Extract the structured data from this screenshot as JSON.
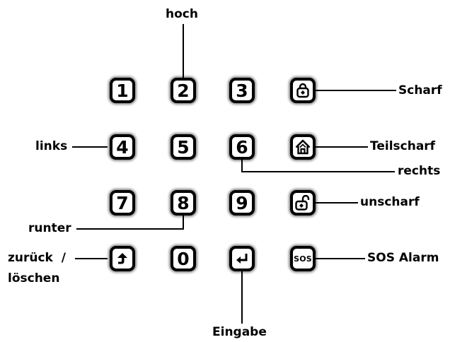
{
  "keys": {
    "k1": "1",
    "k2": "2",
    "k3": "3",
    "k4": "4",
    "k5": "5",
    "k6": "6",
    "k7": "7",
    "k8": "8",
    "k9": "9",
    "k0": "0",
    "sos": "SOS"
  },
  "icons": {
    "arm": "padlock-closed-icon",
    "part_arm": "house-icon",
    "disarm": "padlock-open-icon",
    "back": "arrow-up-icon",
    "enter": "enter-return-icon"
  },
  "labels": {
    "hoch": "hoch",
    "scharf": "Scharf",
    "links": "links",
    "teilscharf": "Teilscharf",
    "rechts": "rechts",
    "unscharf": "unscharf",
    "runter": "runter",
    "zurueck_line1": "zurück  /",
    "zurueck_line2": "löschen",
    "sos_alarm": "SOS Alarm",
    "eingabe": "Eingabe"
  }
}
